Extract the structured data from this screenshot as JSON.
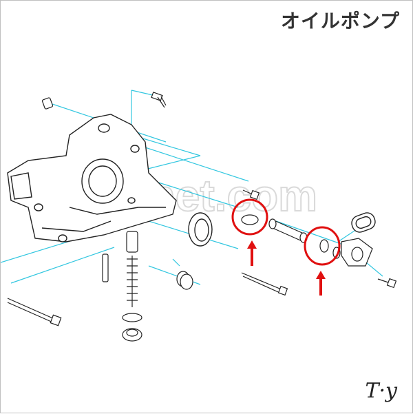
{
  "title": "オイルポンプ",
  "signature": "T·y",
  "watermark": "m.net.com",
  "colors": {
    "leader": "#33c7e0",
    "ink": "#222222",
    "highlight": "#e01010",
    "watermark": "#d9d9d9"
  },
  "highlights": [
    {
      "name": "seal-ring-left",
      "label": "left seal ring highlight"
    },
    {
      "name": "seal-ring-right",
      "label": "right seal ring highlight"
    }
  ]
}
